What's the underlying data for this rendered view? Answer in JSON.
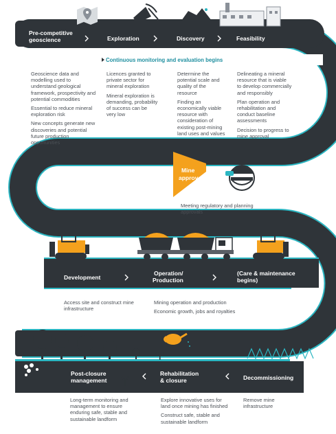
{
  "colors": {
    "road": "#2f3439",
    "teal": "#2bb6c2",
    "orange": "#f4a11d",
    "text": "#4a4f55",
    "headline": "#1f8fa0",
    "white": "#ffffff"
  },
  "row1": {
    "stages": [
      "Pre-competitive geoscience",
      "Exploration",
      "Discovery",
      "Feasibility"
    ],
    "stage_lines": [
      [
        "Pre-competitive",
        "geoscience"
      ],
      [
        "Exploration"
      ],
      [
        "Discovery"
      ],
      [
        "Feasibility"
      ]
    ],
    "monitoring_banner": "Continuous monitoring and evaluation begins",
    "descriptions": [
      [
        "Geoscience data and modelling used to understand geological framework, prospectivity and potential commodities",
        "Essential to reduce mineral exploration risk",
        "New concepts generate new discoveries and potential future production opportunities"
      ],
      [
        "Licences granted to private sector for mineral exploration",
        "Mineral exploration is demanding, probability of success can be very low"
      ],
      [
        "Determine the potential scale and quality of the resource",
        "Finding an economically viable resource with consideration of existing post-mining land uses and values"
      ],
      [
        "Delineating a mineral resource that is viable to develop commercially and responsibly",
        "Plan operation and rehabilitation and conduct baseline assessments",
        "Decision to progress to mine approval"
      ]
    ]
  },
  "approval": {
    "label_lines": [
      "Mine",
      "approval"
    ],
    "note": "Meeting regulatory and planning approvals"
  },
  "row2": {
    "stages": [
      "Development",
      "Operation/ Production",
      "(Care & maintenance begins)"
    ],
    "stage_lines": [
      [
        "Development"
      ],
      [
        "Operation/",
        "Production"
      ],
      [
        "(Care & maintenance",
        "begins)"
      ]
    ],
    "descriptions": [
      [
        "Access site and construct mine infrastructure"
      ],
      [
        "Mining operation and production",
        "Economic growth, jobs and royalties"
      ]
    ]
  },
  "row3": {
    "stages": [
      "Post-closure management",
      "Rehabilitation & closure",
      "Decommissioning"
    ],
    "stage_lines": [
      [
        "Post-closure",
        "management"
      ],
      [
        "Rehabilitation",
        "& closure"
      ],
      [
        "Decommissioning"
      ]
    ],
    "descriptions": [
      [
        "Long-term monitoring and management to ensure enduring safe, stable and sustainable landform"
      ],
      [
        "Explore innovative uses for land once mining has finished",
        "Construct safe, stable and sustainable landform"
      ],
      [
        "Remove mine infrastructure"
      ]
    ]
  },
  "icons": [
    "map-pin-icon",
    "pickaxe-icon",
    "rock-pile-icon",
    "factory-icon",
    "torch-icon",
    "miner-helmet-icon",
    "bulldozer-icon",
    "haul-truck-icon",
    "tree-icon",
    "watering-can-icon",
    "seedling-icon",
    "grass-icon",
    "chevron-right-icon"
  ]
}
